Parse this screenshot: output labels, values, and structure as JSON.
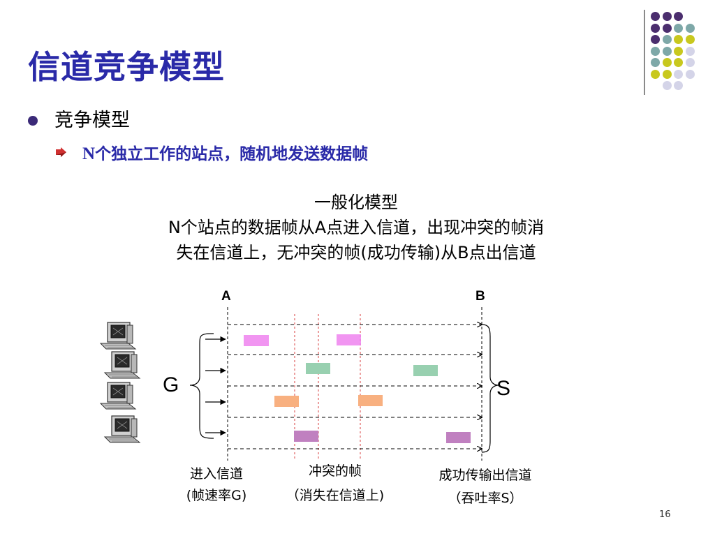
{
  "slide": {
    "title": "信道竞争模型",
    "bullet1": "竞争模型",
    "bullet2": {
      "n": "N",
      "rest": "个独立工作的站点，随机地发送数据帧"
    },
    "caption": {
      "line1": "一般化模型",
      "line2": "N个站点的数据帧从A点进入信道，出现冲突的帧消",
      "line3": "失在信道上，无冲突的帧(成功传输)从B点出信道"
    },
    "page_number": "16"
  },
  "diagram": {
    "point_a": "A",
    "point_b": "B",
    "input_group": "G",
    "output_group": "S",
    "captions": {
      "enter_line1": "进入信道",
      "enter_line2": "(帧速率G)",
      "collide_line1": "冲突的帧",
      "collide_line2": "（消失在信道上)",
      "success_line1": "成功传输出信道",
      "success_line2": "（吞吐率S）"
    },
    "colors": {
      "pink": "#ee82ee",
      "green": "#98d0b0",
      "orange": "#f8b080",
      "purple": "#c080c0",
      "collision_line": "#e06060"
    }
  },
  "decor": {
    "dot_colors": {
      "purple": "#4b2e6e",
      "teal": "#7ea8a8",
      "yellow": "#c8c81e",
      "lavender": "#d4d4e8"
    }
  }
}
